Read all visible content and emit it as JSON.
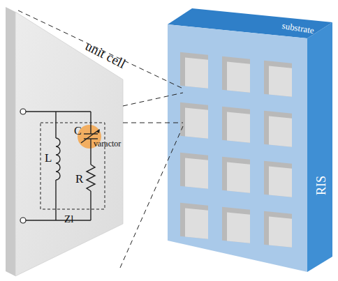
{
  "diagram": {
    "labels": [
      "unit cell",
      "C",
      "varactor",
      "L",
      "R",
      "Zl",
      "substrate",
      "RIS"
    ]
  }
}
